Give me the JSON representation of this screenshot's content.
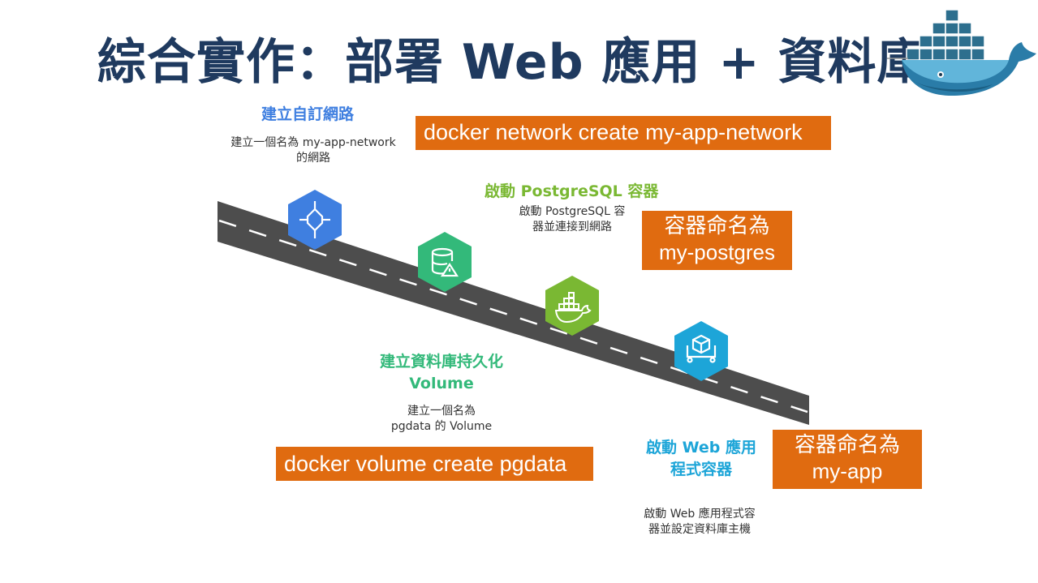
{
  "title": "綜合實作：部署 Web 應用 + 資料庫",
  "icons": {
    "logo": "docker-whale-icon",
    "step1": "network-node-icon",
    "step2": "database-warning-icon",
    "step3": "docker-whale-icon",
    "step4": "container-box-icon"
  },
  "colors": {
    "title": "#1f3a5f",
    "blue": "#3f7fe0",
    "green": "#33b97a",
    "lime": "#7ab833",
    "cyan": "#1da5d8",
    "orange": "#e06b10",
    "road": "#4d4d4d"
  },
  "steps": [
    {
      "title": "建立自訂網路",
      "desc_lines": [
        "建立一個名為 my-app-network",
        "的網路"
      ],
      "command": "docker network create my-app-network"
    },
    {
      "title": "啟動 PostgreSQL 容器",
      "desc_lines": [
        "啟動 PostgreSQL 容",
        "器並連接到網路"
      ],
      "command_lines": [
        "容器命名為",
        "my-postgres"
      ]
    },
    {
      "title_lines": [
        "建立資料庫持久化",
        "Volume"
      ],
      "desc_lines": [
        "建立一個名為",
        "pgdata 的 Volume"
      ],
      "command": "docker volume create pgdata"
    },
    {
      "title_lines": [
        "啟動 Web 應用",
        "程式容器"
      ],
      "desc_lines": [
        "啟動 Web 應用程式容",
        "器並設定資料庫主機"
      ],
      "command_lines": [
        "容器命名為",
        "my-app"
      ]
    }
  ]
}
